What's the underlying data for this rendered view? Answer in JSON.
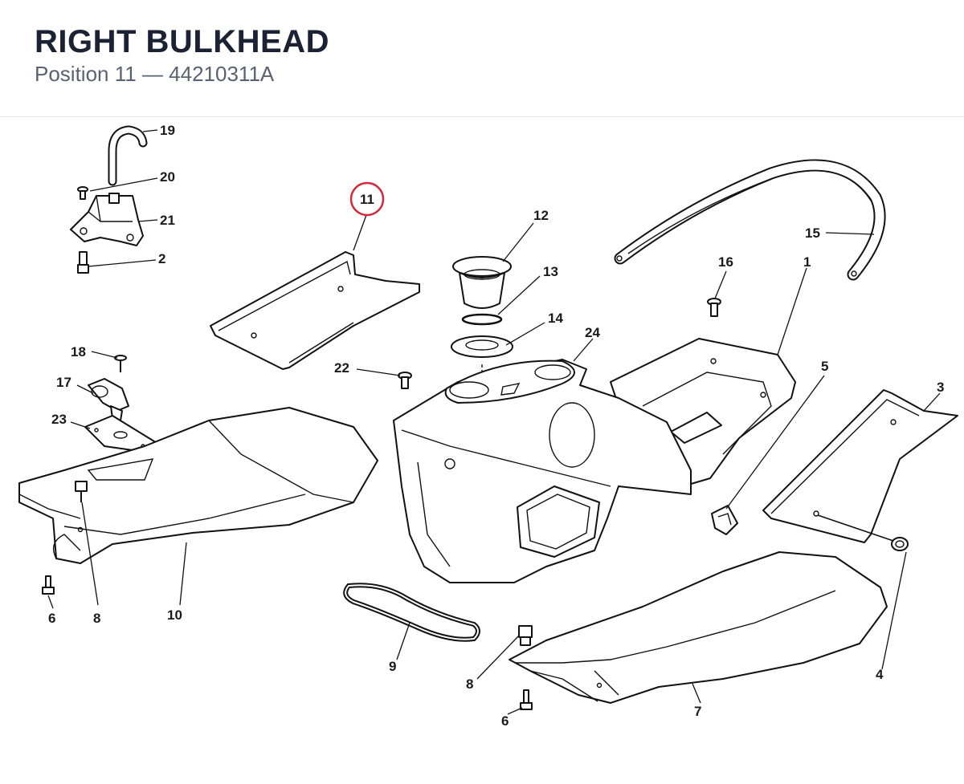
{
  "header": {
    "title": "RIGHT BULKHEAD",
    "subtitle": "Position 11 — 44210311A"
  },
  "highlight": {
    "position": "11",
    "color": "#d6283b"
  },
  "callouts": [
    "19",
    "20",
    "21",
    "2",
    "11",
    "12",
    "13",
    "14",
    "24",
    "15",
    "16",
    "1",
    "18",
    "17",
    "23",
    "22",
    "5",
    "3",
    "6",
    "8",
    "10",
    "9",
    "8",
    "6",
    "7",
    "4"
  ]
}
